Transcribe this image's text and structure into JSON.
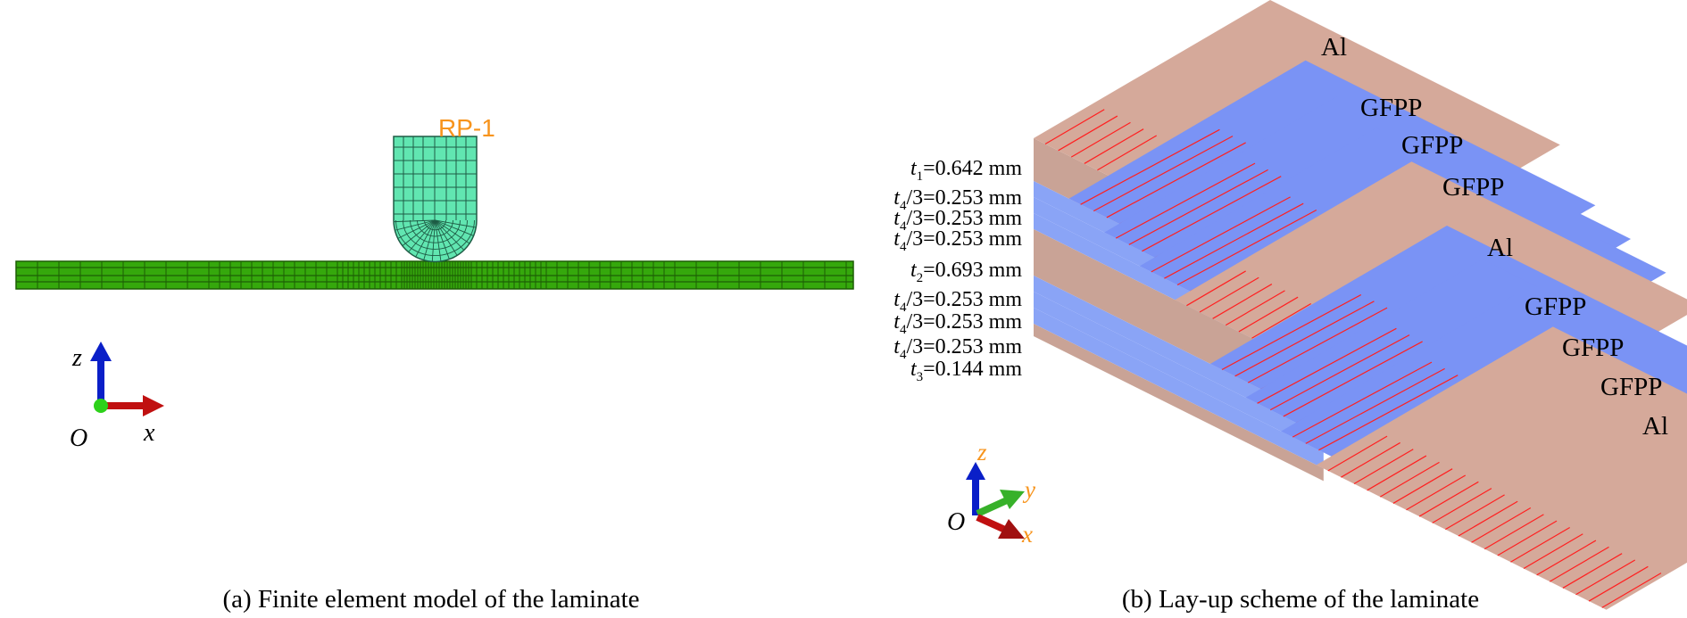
{
  "panel_a": {
    "caption": "(a) Finite element model of the laminate",
    "reference_point": "RP-1",
    "axes": {
      "vertical": "z",
      "horizontal": "x",
      "origin": "O"
    },
    "colors": {
      "plate": "#35a80c",
      "plate_dark": "#1d5e05",
      "impactor": "#61e6b1",
      "impactor_dark": "#1e5c45",
      "rp_label": "#f7941d"
    }
  },
  "panel_b": {
    "caption": "(b) Lay-up scheme of the laminate",
    "layer_labels": [
      "Al",
      "GFPP",
      "GFPP",
      "GFPP",
      "Al",
      "GFPP",
      "GFPP",
      "GFPP",
      "Al"
    ],
    "thickness_labels": [
      {
        "symbol": "t",
        "sub": "1",
        "suffix": "=0.642 mm"
      },
      {
        "symbol": "t",
        "sub": "4",
        "suffix": "/3=0.253 mm"
      },
      {
        "symbol": "t",
        "sub": "4",
        "suffix": "/3=0.253 mm"
      },
      {
        "symbol": "t",
        "sub": "4",
        "suffix": "/3=0.253 mm"
      },
      {
        "symbol": "t",
        "sub": "2",
        "suffix": "=0.693 mm"
      },
      {
        "symbol": "t",
        "sub": "4",
        "suffix": "/3=0.253 mm"
      },
      {
        "symbol": "t",
        "sub": "4",
        "suffix": "/3=0.253 mm"
      },
      {
        "symbol": "t",
        "sub": "4",
        "suffix": "/3=0.253 mm"
      },
      {
        "symbol": "t",
        "sub": "3",
        "suffix": "=0.144 mm"
      }
    ],
    "axes": {
      "z": "z",
      "y": "y",
      "x": "x",
      "origin": "O"
    },
    "colors": {
      "al_top": "#d5a99a",
      "al_side": "#7a615c",
      "al_front": "#c9a396",
      "gfpp_top": "#7a93f5",
      "gfpp_side": "#3552d6",
      "gfpp_front": "#8aa4f6",
      "hatch": "#ff2020",
      "axis_label": "#f7941d"
    }
  }
}
